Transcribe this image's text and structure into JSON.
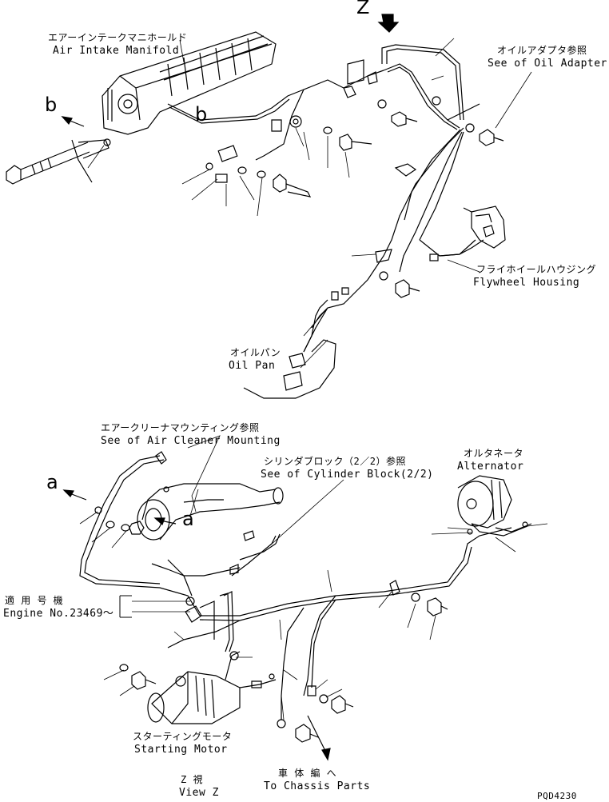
{
  "labels": {
    "air_intake_jp": "エアーインテークマニホールド",
    "air_intake_en": "Air Intake Manifold",
    "oil_adapter_jp": "オイルアダプタ参照",
    "oil_adapter_en": "See of Oil Adapter",
    "flywheel_jp": "フライホイールハウジング",
    "flywheel_en": "Flywheel Housing",
    "oil_pan_jp": "オイルパン",
    "oil_pan_en": "Oil Pan",
    "air_cleaner_jp": "エアークリーナマウンティング参照",
    "air_cleaner_en": "See of Air Cleaner Mounting",
    "cylinder_block_jp": "シリンダブロック（2／2）参照",
    "cylinder_block_en": "See of Cylinder Block(2/2)",
    "alternator_jp": "オルタネータ",
    "alternator_en": "Alternator",
    "engine_no_jp": "適 用 号 機",
    "engine_no_en": "Engine No.23469〜",
    "starting_motor_jp": "スターティングモータ",
    "starting_motor_en": "Starting Motor",
    "view_z_jp": "Z 視",
    "view_z_en": "View Z",
    "chassis_jp": "車 体 編 へ",
    "chassis_en": "To Chassis Parts",
    "view_marker_z": "Z",
    "marker_b": "b",
    "marker_b2": "b",
    "marker_a": "a",
    "marker_a2": "a",
    "drawing_code": "PQD4230"
  }
}
